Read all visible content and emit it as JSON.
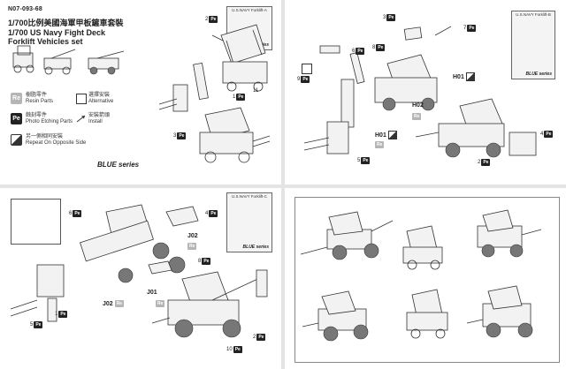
{
  "header": {
    "code": "N07-093-68",
    "title_cn": "1/700比例美國海軍甲板鏟車套裝",
    "title_en_1": "1/700 US Navy Fight Deck",
    "title_en_2": "Forklift Vehicles set"
  },
  "legend": {
    "resin_symbol": "Re",
    "resin_cn": "樹脂零件",
    "resin_en": "Resin Parts",
    "alt_cn": "選擇安裝",
    "alt_en": "Alternative",
    "pe_symbol": "Pe",
    "pe_cn": "蝕刻零件",
    "pe_en": "Photo Etching Parts",
    "install_cn": "安裝箭頭",
    "install_en": "Install",
    "opp_cn": "另一側相同安裝",
    "opp_en": "Repeat On Opposite Side"
  },
  "brand": "BLUE series",
  "frets": {
    "a": "U.S.NAVY Forklift-A",
    "b": "U.S.NAVY Forklift-B",
    "c": "U.S.NAVY Forklift-C",
    "brand": "BLUE series"
  },
  "parts": {
    "p1": "1",
    "p2": "2",
    "p3": "3",
    "p4": "4",
    "p5": "5",
    "p6": "6",
    "p7": "7",
    "p8": "8",
    "p9": "9",
    "p10": "10",
    "p11": "11",
    "pe": "Pe",
    "re": "Re",
    "h01": "H01",
    "h02": "H02",
    "j01": "J01",
    "j02": "J02"
  }
}
